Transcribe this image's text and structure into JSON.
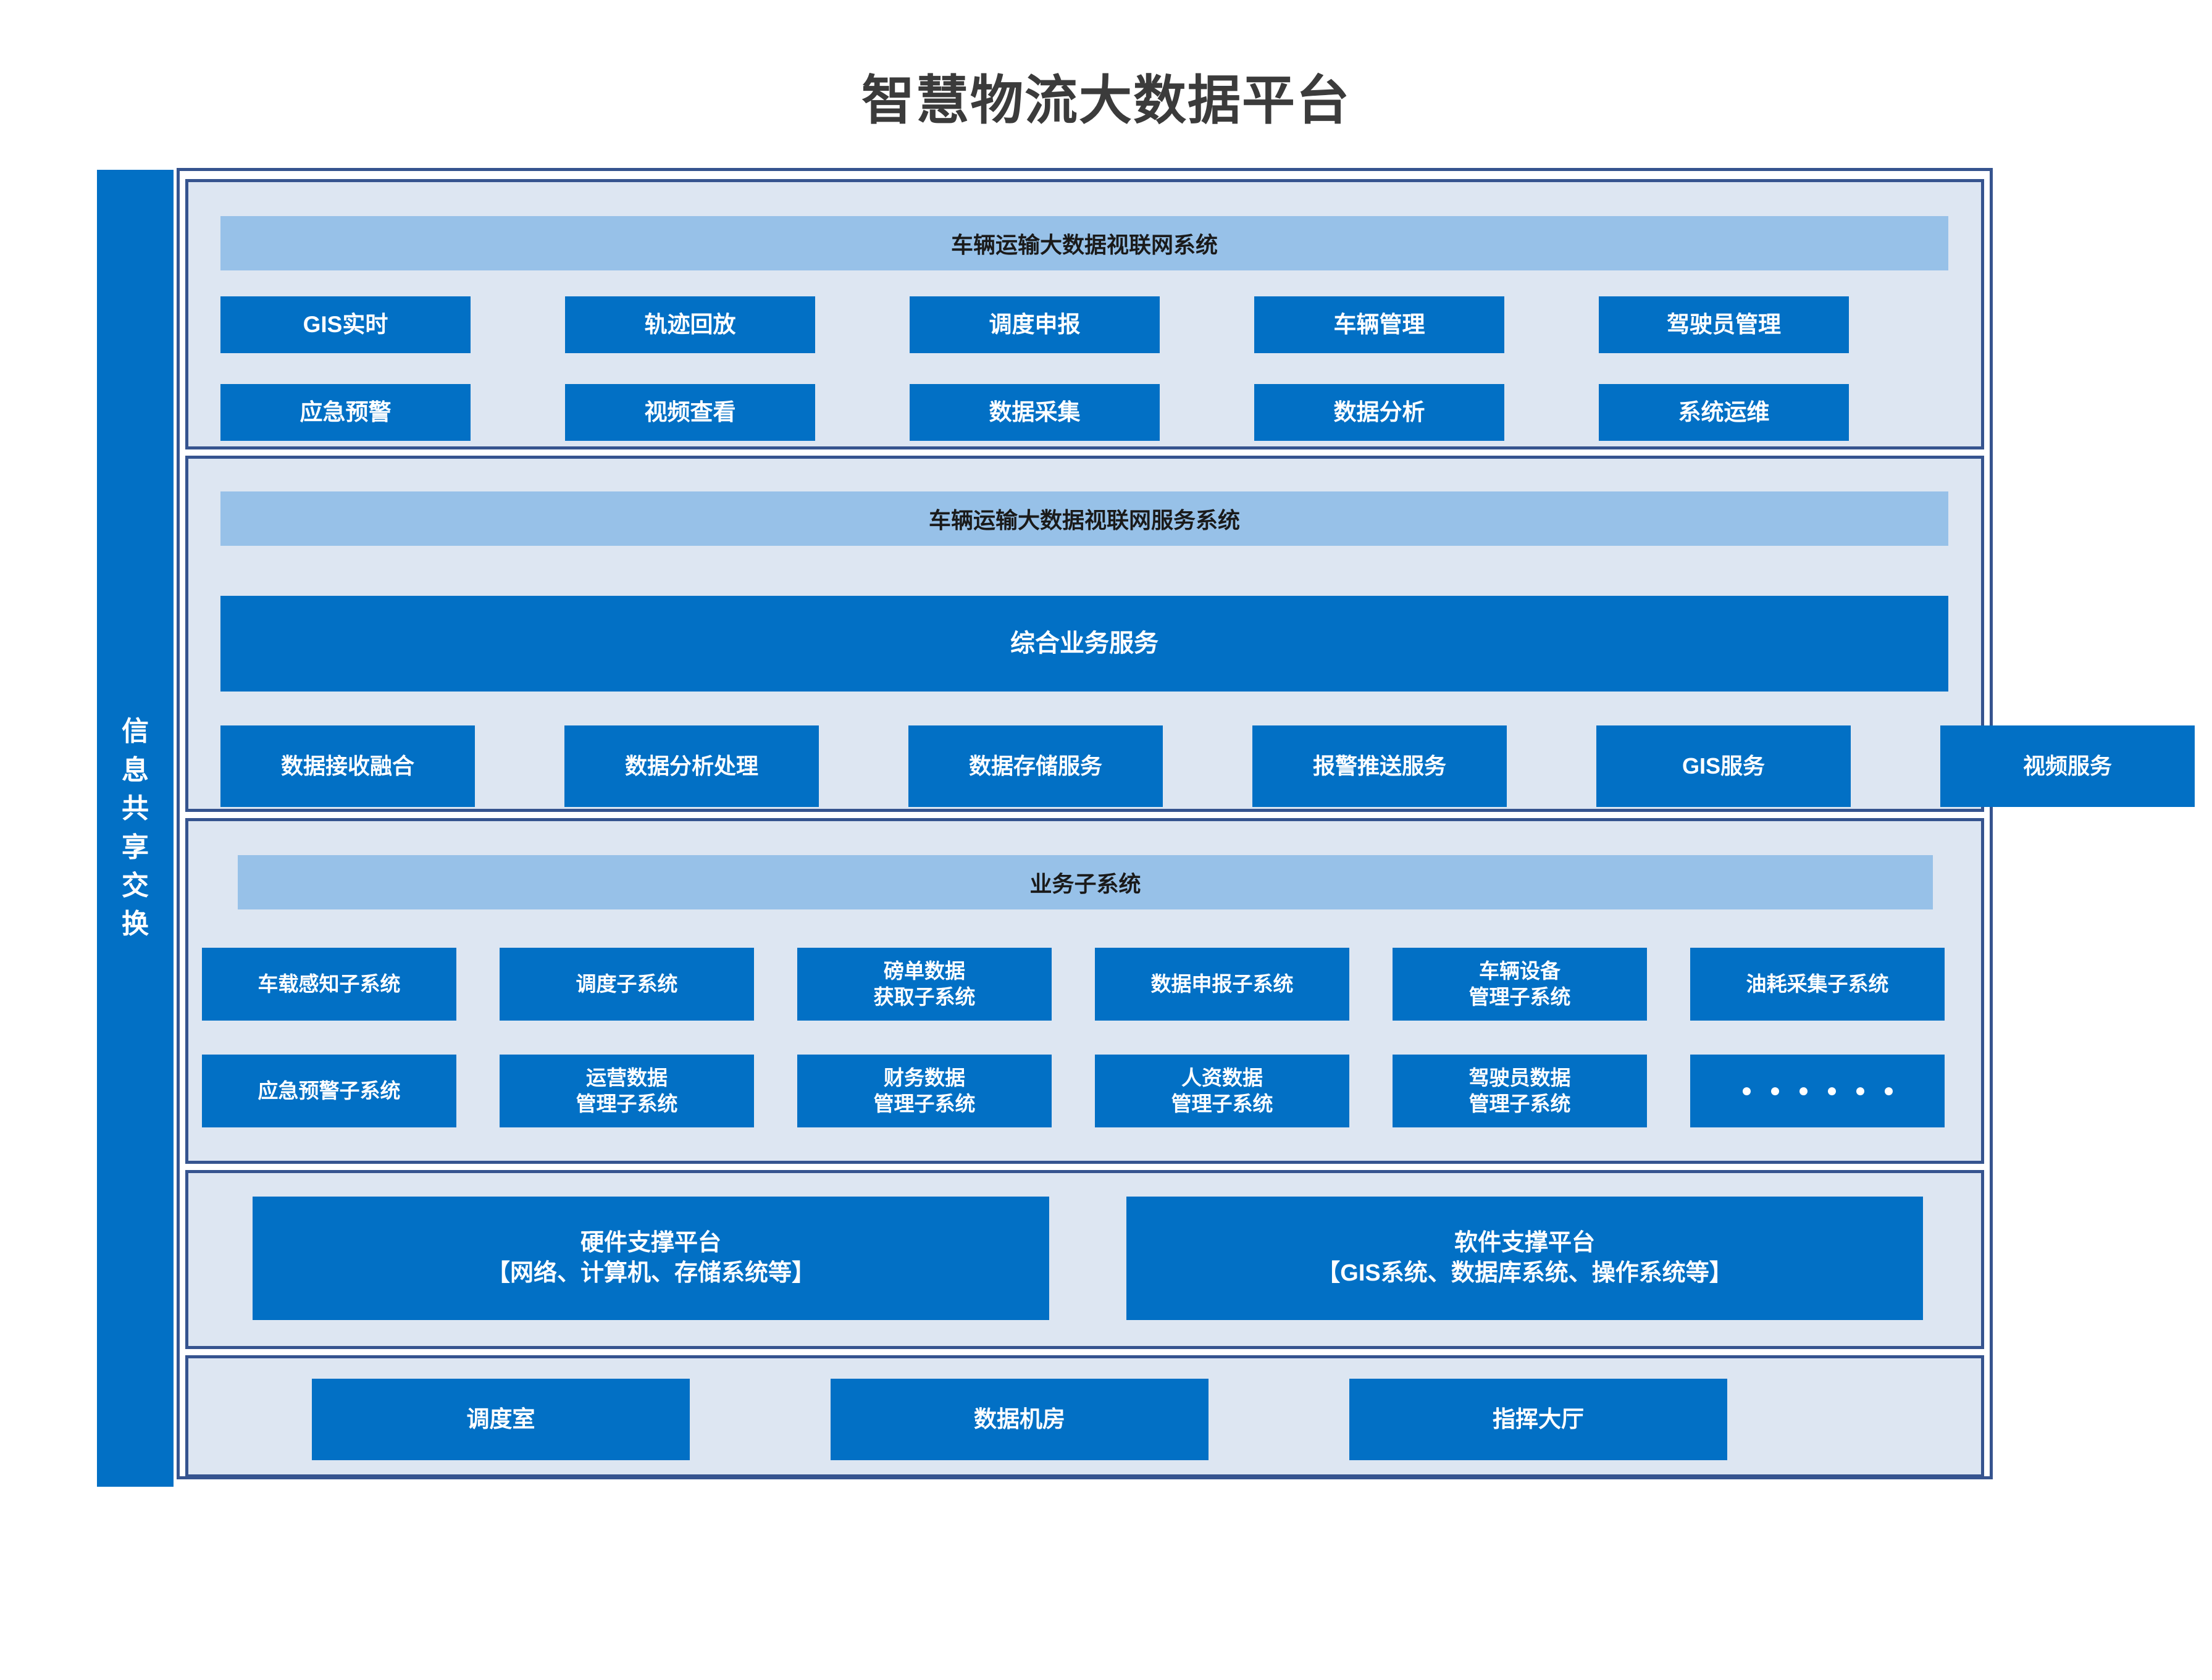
{
  "page": {
    "title": "智慧物流大数据平台"
  },
  "colors": {
    "sidebar": "#0270C5",
    "box": "#0270C5",
    "band": "#97C1E8",
    "panel_bg": "#DDE6F2",
    "border": "#36548F",
    "title_text": "#3b3b3b"
  },
  "sidebar": {
    "name": "信息共享交换",
    "chars": [
      "信",
      "息",
      "共",
      "享",
      "交",
      "换"
    ]
  },
  "sections": [
    {
      "id": "application-layer",
      "band_label": "车辆运输大数据视联网系统",
      "rows": [
        [
          "GIS实时",
          "轨迹回放",
          "调度申报",
          "车辆管理",
          "驾驶员管理"
        ],
        [
          "应急预警",
          "视频查看",
          "数据采集",
          "数据分析",
          "系统运维"
        ]
      ]
    },
    {
      "id": "service-layer",
      "band_label": "车辆运输大数据视联网服务系统",
      "main_service": "综合业务服务",
      "services": [
        "数据接收融合",
        "数据分析处理",
        "数据存储服务",
        "报警推送服务",
        "GIS服务",
        "视频服务"
      ]
    },
    {
      "id": "business-subsystem-layer",
      "band_label": "业务子系统",
      "rows": [
        [
          {
            "line1": "车载感知子系统",
            "line2": ""
          },
          {
            "line1": "调度子系统",
            "line2": ""
          },
          {
            "line1": "磅单数据",
            "line2": "获取子系统"
          },
          {
            "line1": "数据申报子系统",
            "line2": ""
          },
          {
            "line1": "车辆设备",
            "line2": "管理子系统"
          },
          {
            "line1": "油耗采集子系统",
            "line2": ""
          }
        ],
        [
          {
            "line1": "应急预警子系统",
            "line2": ""
          },
          {
            "line1": "运营数据",
            "line2": "管理子系统"
          },
          {
            "line1": "财务数据",
            "line2": "管理子系统"
          },
          {
            "line1": "人资数据",
            "line2": "管理子系统"
          },
          {
            "line1": "驾驶员数据",
            "line2": "管理子系统"
          },
          {
            "line1": "dots",
            "line2": ""
          }
        ]
      ]
    },
    {
      "id": "support-platform-layer",
      "platforms": [
        {
          "line1": "硬件支撑平台",
          "line2": "【网络、计算机、存储系统等】"
        },
        {
          "line1": "软件支撑平台",
          "line2": "【GIS系统、数据库系统、操作系统等】"
        }
      ]
    },
    {
      "id": "facility-layer",
      "rooms": [
        "调度室",
        "数据机房",
        "指挥大厅"
      ]
    }
  ]
}
